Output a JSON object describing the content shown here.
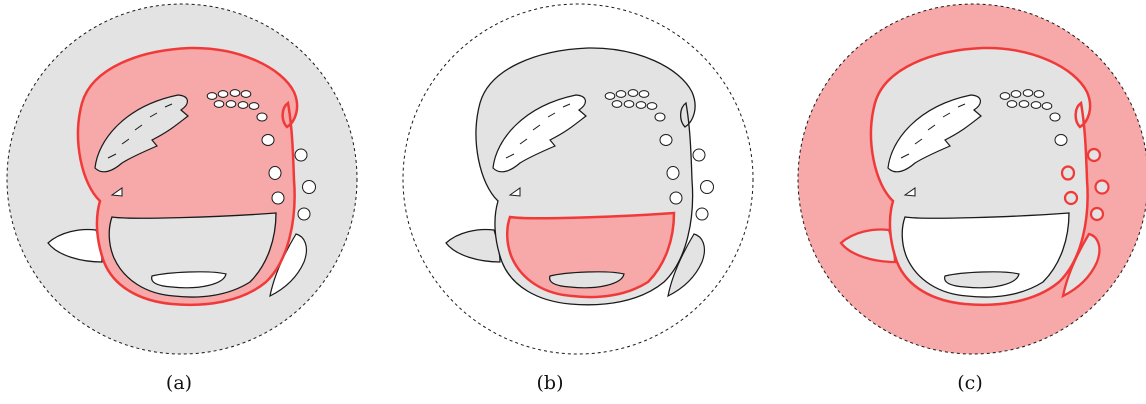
{
  "captions": [
    "(a)",
    "(b)",
    "(c)"
  ],
  "colors": {
    "gray": "#e3e3e3",
    "pink": "#f7a8a8",
    "red": "#f03a3a",
    "outline": "#1a1a1a",
    "white": "#ffffff"
  }
}
